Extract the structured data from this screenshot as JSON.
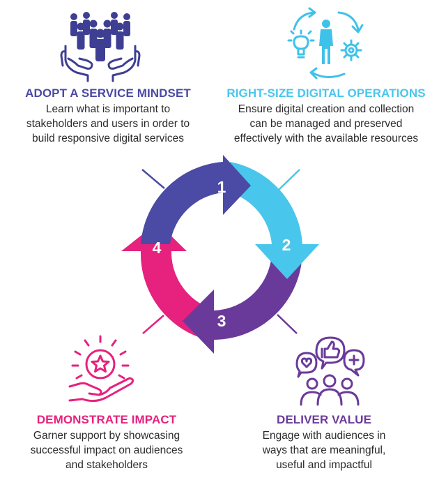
{
  "colors": {
    "adopt": "#4b4aa4",
    "rightsize": "#49c6ec",
    "deliver": "#6a3a9a",
    "impact": "#e6217e",
    "text": "#2b2b2b"
  },
  "steps": [
    {
      "number": "1",
      "title": "ADOPT A SERVICE MINDSET",
      "desc": [
        "Learn what is important to",
        "stakeholders and users in order to",
        "build responsive digital services"
      ],
      "icon": "people-in-hands-icon"
    },
    {
      "number": "2",
      "title": "RIGHT-SIZE DIGITAL OPERATIONS",
      "desc": [
        "Ensure digital creation and collection",
        "can be managed and preserved",
        "effectively with the available resources"
      ],
      "icon": "person-cycle-lightbulb-gear-icon"
    },
    {
      "number": "3",
      "title": "DELIVER VALUE",
      "desc": [
        "Engage with audiences in",
        "ways that are meaningful,",
        "useful and impactful"
      ],
      "icon": "audience-feedback-icon"
    },
    {
      "number": "4",
      "title": "DEMONSTRATE IMPACT",
      "desc": [
        "Garner support by showcasing",
        "successful impact on audiences",
        "and stakeholders"
      ],
      "icon": "star-in-hand-icon"
    }
  ]
}
